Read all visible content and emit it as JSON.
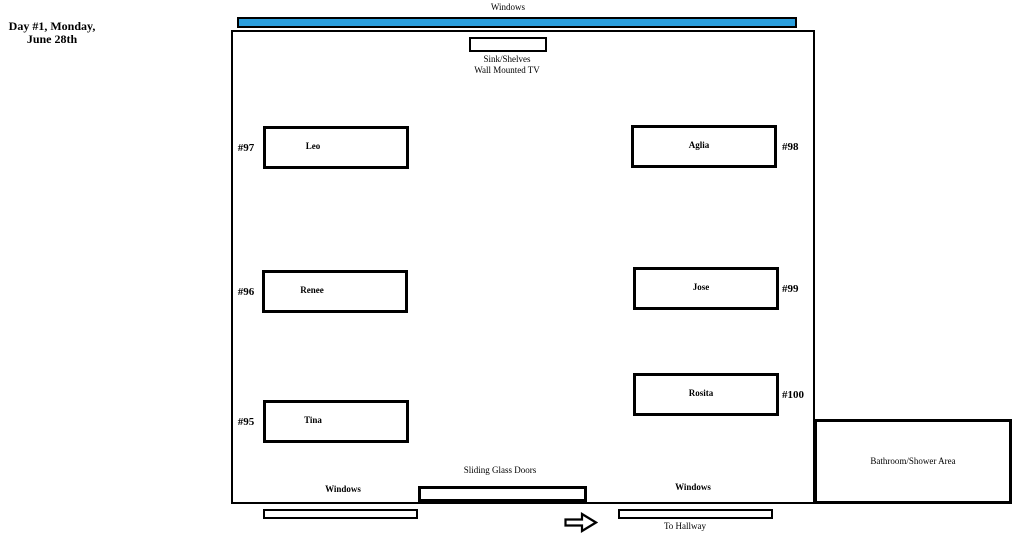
{
  "title": {
    "line1": "Day #1, Monday,",
    "line2": "June 28th"
  },
  "colors": {
    "window_glass": "#2B9FDE",
    "wall": "#000000",
    "background": "#FFFFFF"
  },
  "top": {
    "windows_label": "Windows",
    "sink_label": "Sink/Shelves",
    "tv_label": "Wall Mounted TV"
  },
  "beds": [
    {
      "number": "#97",
      "name": "Leo",
      "side": "left"
    },
    {
      "number": "#96",
      "name": "Renee",
      "side": "left"
    },
    {
      "number": "#95",
      "name": "Tina",
      "side": "left"
    },
    {
      "number": "#98",
      "name": "Aglia",
      "side": "right"
    },
    {
      "number": "#99",
      "name": "Jose",
      "side": "right"
    },
    {
      "number": "#100",
      "name": "Rosita",
      "side": "right"
    }
  ],
  "bottom": {
    "sliding_doors_label": "Sliding Glass Doors",
    "windows_left_label": "Windows",
    "windows_right_label": "Windows",
    "to_hallway_label": "To Hallway",
    "arrow_icon": "right-block-arrow"
  },
  "bathroom": {
    "label": "Bathroom/Shower Area"
  }
}
